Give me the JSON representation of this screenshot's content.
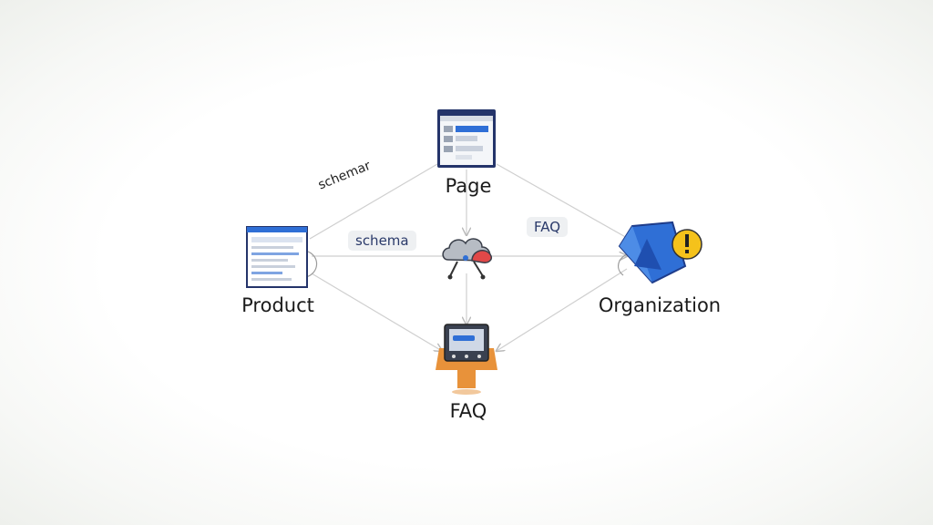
{
  "nodes": {
    "page": {
      "label": "Page",
      "icon": "webpage-icon"
    },
    "product": {
      "label": "Product",
      "icon": "document-window-icon"
    },
    "organization": {
      "label": "Organization",
      "icon": "organization-logo-icon"
    },
    "faq": {
      "label": "FAQ",
      "icon": "computer-terminal-icon"
    },
    "hub": {
      "icon": "cloud-hub-icon"
    }
  },
  "edge_labels": {
    "product_hub": "schema",
    "page_org": "FAQ",
    "product_page": "schemar"
  },
  "colors": {
    "accent_blue": "#2f6fd6",
    "navy": "#24346a",
    "warning_yellow": "#f5c21b",
    "cloud_red": "#e04848",
    "faq_orange": "#e8923a",
    "edge_gray": "#c8c8c8"
  }
}
